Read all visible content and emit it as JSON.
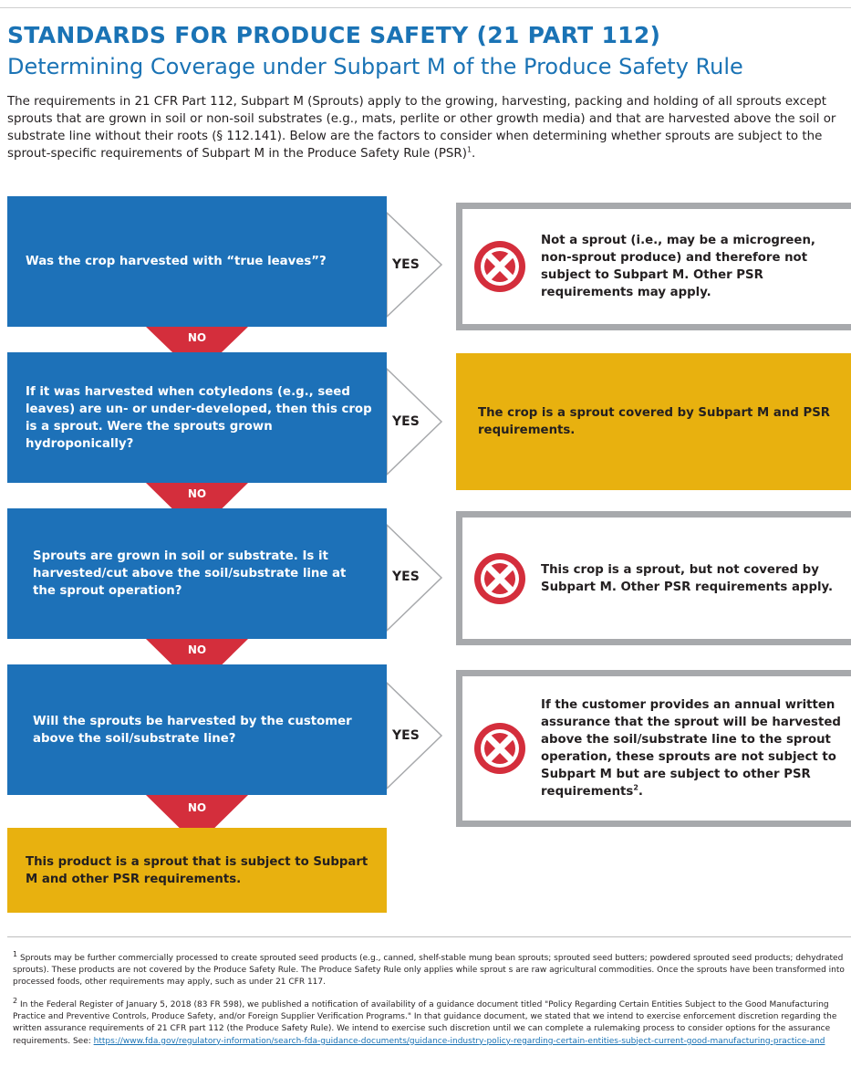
{
  "header": {
    "title": "STANDARDS FOR PRODUCE SAFETY (21 PART 112)",
    "subtitle": "Determining Coverage under Subpart M of the Produce Safety Rule"
  },
  "intro": {
    "text": "The requirements in 21 CFR Part 112, Subpart M (Sprouts) apply to the growing, harvesting, packing and holding of all sprouts except sprouts that are grown in soil or non-soil substrates (e.g., mats, perlite or other growth media) and that are harvested above the soil or substrate line without their roots (§ 112.141). Below are the factors to consider when determining whether sprouts are subject to the sprout-specific requirements of Subpart M in the Produce Safety Rule (PSR)",
    "sup": "1",
    "end": "."
  },
  "labels": {
    "yes": "YES",
    "no": "NO"
  },
  "questions": [
    "Was the crop harvested with “true leaves”?",
    "If it was harvested when cotyledons (e.g., seed leaves) are un- or under-developed, then this crop is a sprout. Were the sprouts grown hydroponically?",
    "Sprouts are grown in soil or substrate. Is it harvested/cut above the soil/substrate line at the sprout operation?",
    "Will the sprouts be harvested by the customer above the soil/substrate line?"
  ],
  "outcomes": [
    {
      "text": "Not a sprout (i.e., may be a microgreen, non-sprout produce) and therefore not subject to Subpart M. Other PSR requirements may apply.",
      "sup": "",
      "end": "",
      "icon": "x-circle-icon"
    },
    {
      "text": "The crop is a sprout covered by Subpart M and PSR requirements.",
      "sup": "",
      "end": "",
      "icon": ""
    },
    {
      "text": "This crop is a sprout, but not covered by Subpart M. Other PSR requirements apply.",
      "sup": "",
      "end": "",
      "icon": "x-circle-icon"
    },
    {
      "text": "If the customer provides an annual written assurance that the sprout will be harvested above the soil/substrate line to the sprout operation, these sprouts are not subject to Subpart M but are subject to other PSR requirements",
      "sup": "2",
      "end": ".",
      "icon": "x-circle-icon"
    }
  ],
  "final": "This product is a sprout that is subject to Subpart M and other PSR requirements.",
  "footnotes": {
    "fn1_mark": "1",
    "fn1": "Sprouts may be further commercially processed to create sprouted seed products (e.g., canned, shelf-stable mung bean sprouts; sprouted seed butters; powdered sprouted seed products; dehydrated sprouts). These products are not covered by the Produce Safety Rule. The Produce Safety Rule only applies while sprout s are raw agricultural commodities. Once the sprouts have been transformed into processed foods, other requirements may apply, such as under 21 CFR 117.",
    "fn2_mark": "2",
    "fn2": "In the Federal Register of January 5, 2018 (83 FR 598), we published a notification of availability of a guidance document titled \"Policy Regarding Certain Entities Subject to the Good Manufacturing Practice and Preventive Controls, Produce Safety, and/or Foreign Supplier Verification Programs.\" In that guidance document, we stated that we intend to exercise enforcement discretion regarding the written assurance requirements of 21 CFR part 112 (the Produce Safety Rule). We intend to exercise such discretion until we can complete a rulemaking process to consider options for the assurance requirements. See: ",
    "fn2_link": "https://www.fda.gov/regulatory-information/search-fda-guidance-documents/guidance-industry-policy-regarding-certain-entities-subject-current-good-manufacturing-practice-and"
  },
  "colors": {
    "blue": "#1d71b8",
    "yellow": "#e8b10f",
    "red": "#d42e3c",
    "grey": "#a7a9ac",
    "title": "#1a73b5"
  }
}
